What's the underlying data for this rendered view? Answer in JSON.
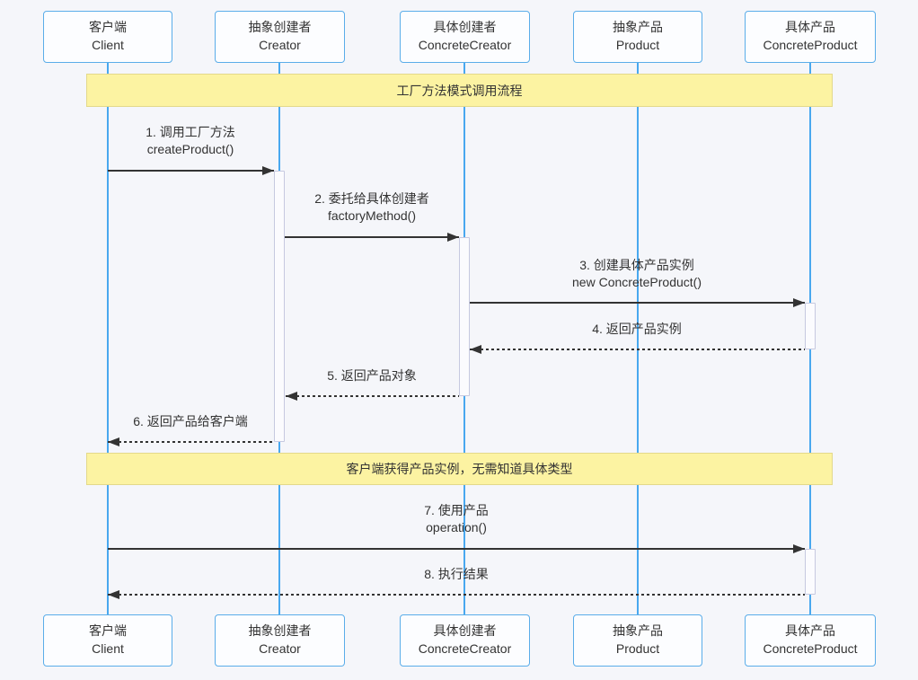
{
  "diagram": {
    "type": "sequence-diagram",
    "participants": [
      {
        "zh": "客户端",
        "en": "Client"
      },
      {
        "zh": "抽象创建者",
        "en": "Creator"
      },
      {
        "zh": "具体创建者",
        "en": "ConcreteCreator"
      },
      {
        "zh": "抽象产品",
        "en": "Product"
      },
      {
        "zh": "具体产品",
        "en": "ConcreteProduct"
      }
    ],
    "notes": [
      {
        "text": "工厂方法模式调用流程"
      },
      {
        "text": "客户端获得产品实例，无需知道具体类型"
      }
    ],
    "messages": [
      {
        "text": "1. 调用工厂方法\ncreateProduct()",
        "from": "Client",
        "to": "Creator",
        "arrow": "solid"
      },
      {
        "text": "2. 委托给具体创建者\nfactoryMethod()",
        "from": "Creator",
        "to": "ConcreteCreator",
        "arrow": "solid"
      },
      {
        "text": "3. 创建具体产品实例\nnew ConcreteProduct()",
        "from": "ConcreteCreator",
        "to": "ConcreteProduct",
        "arrow": "solid"
      },
      {
        "text": "4. 返回产品实例",
        "from": "ConcreteProduct",
        "to": "ConcreteCreator",
        "arrow": "dashed"
      },
      {
        "text": "5. 返回产品对象",
        "from": "ConcreteCreator",
        "to": "Creator",
        "arrow": "dashed"
      },
      {
        "text": "6. 返回产品给客户端",
        "from": "Creator",
        "to": "Client",
        "arrow": "dashed"
      },
      {
        "text": "7. 使用产品\noperation()",
        "from": "Client",
        "to": "ConcreteProduct",
        "arrow": "solid"
      },
      {
        "text": "8. 执行结果",
        "from": "ConcreteProduct",
        "to": "Client",
        "arrow": "dashed"
      }
    ],
    "colors": {
      "background": "#f5f6fa",
      "actor_border": "#5aade9",
      "actor_fill": "#fcfdff",
      "lifeline": "#49a8ef",
      "note_fill": "#fcf3a2",
      "note_border": "#e3d98b",
      "activation_fill": "#fbfbfe",
      "activation_border": "#c6c9e0",
      "arrow": "#333333",
      "text": "#333333"
    }
  }
}
